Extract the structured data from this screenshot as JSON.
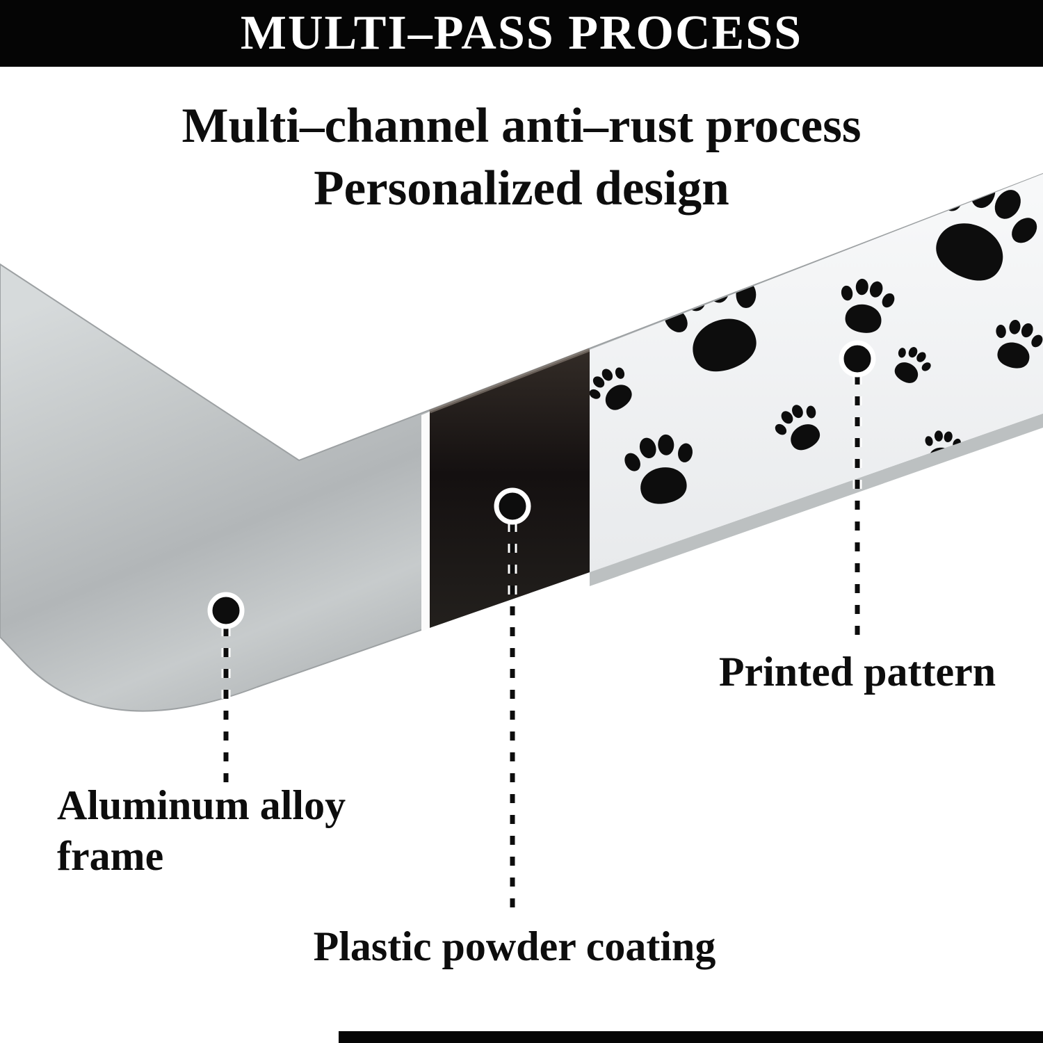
{
  "banner": {
    "title": "MULTI–PASS PROCESS"
  },
  "heading": {
    "line1": "Multi–channel anti–rust process",
    "line2": "Personalized design"
  },
  "callouts": {
    "aluminum": {
      "label": "Aluminum alloy frame"
    },
    "coating": {
      "label": "Plastic powder coating"
    },
    "pattern": {
      "label": "Printed pattern"
    }
  },
  "illustration": {
    "subject": "license-plate-frame-corner",
    "layers": [
      "aluminum alloy frame",
      "plastic powder coating",
      "printed paw pattern"
    ]
  },
  "colors": {
    "background": "#ffffff",
    "banner_bg": "#050505",
    "banner_fg": "#ffffff",
    "text": "#0d0d0d",
    "metal_base": "#bfc3c4",
    "coating_base": "#17120f",
    "pattern_bg": "#f2f3f4",
    "paw": "#0d0d0d"
  }
}
